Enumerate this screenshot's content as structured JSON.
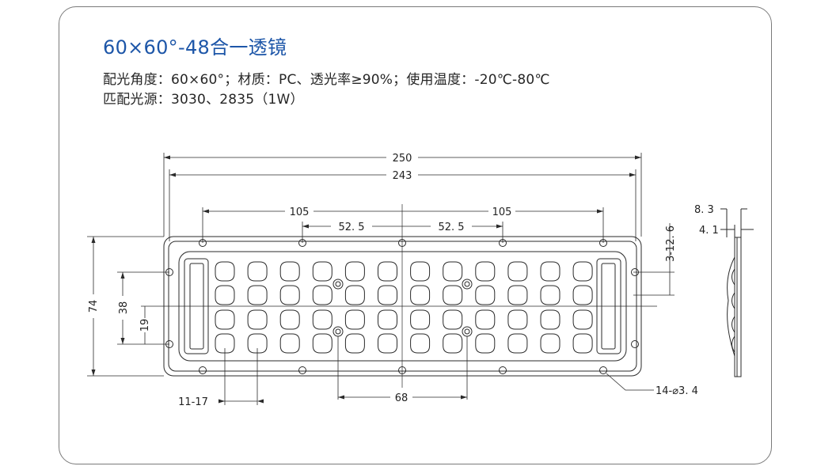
{
  "title": "60×60°-48合一透镜",
  "spec_line1": "配光角度：60×60°；材质：PC、透光率≥90%；使用温度：-20℃-80℃",
  "spec_line2": "匹配光源：3030、2835（1W）",
  "dimensions": {
    "overall_length": "250",
    "inner_length": "243",
    "hole_span_left": "105",
    "hole_span_right": "105",
    "hole_pitch_left": "52. 5",
    "hole_pitch_right": "52. 5",
    "overall_height": "74",
    "inner_height": "38",
    "half_height": "19",
    "slot": "3-12. 6",
    "lens_pitch": "11-17",
    "boss_span": "68",
    "mount_holes": "14-⌀3. 4",
    "side_thickness": "8. 3",
    "side_flange": "4. 1"
  },
  "lens_grid": {
    "rows": 4,
    "columns": 12
  },
  "colors": {
    "title": "#1d56a8",
    "line": "#2a2a2a",
    "border": "#7a7a7a"
  }
}
